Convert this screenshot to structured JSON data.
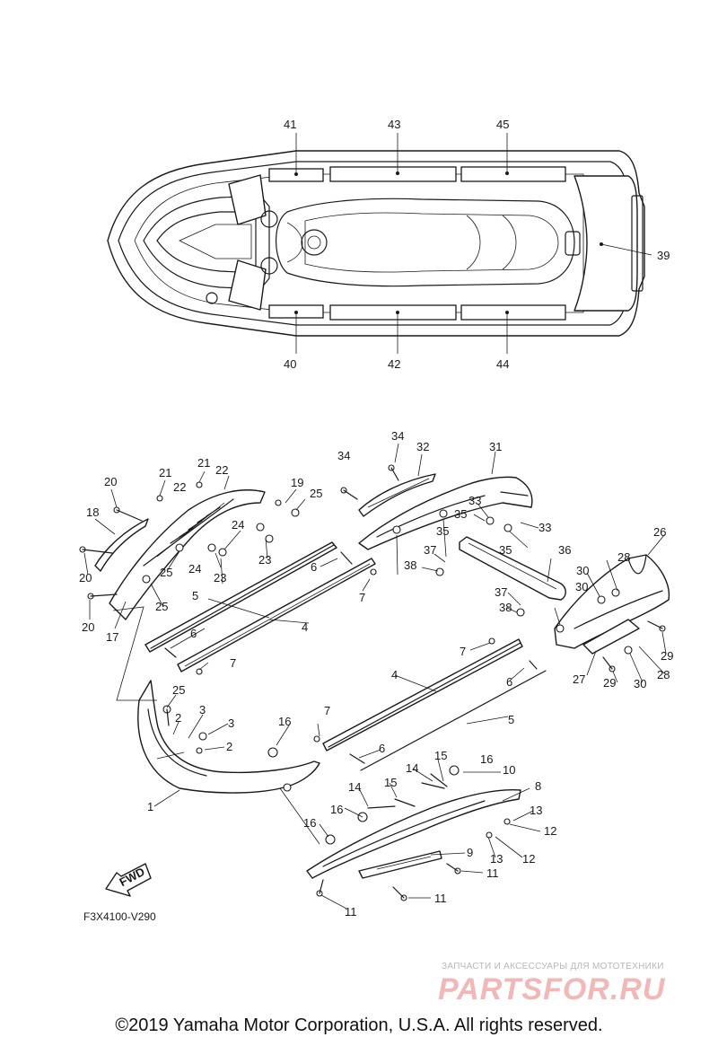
{
  "top_view": {
    "callouts": [
      "41",
      "43",
      "45",
      "39",
      "40",
      "42",
      "44"
    ]
  },
  "exploded_view": {
    "callouts": [
      "34",
      "32",
      "31",
      "20",
      "21",
      "22",
      "21",
      "22",
      "19",
      "25",
      "18",
      "33",
      "35",
      "33",
      "34",
      "20",
      "25",
      "24",
      "23",
      "24",
      "23",
      "6",
      "35",
      "37",
      "36",
      "35",
      "26",
      "38",
      "28",
      "25",
      "7",
      "30",
      "20",
      "5",
      "4",
      "30",
      "37",
      "17",
      "6",
      "38",
      "7",
      "7",
      "29",
      "25",
      "4",
      "6",
      "27",
      "29",
      "28",
      "30",
      "2",
      "3",
      "3",
      "16",
      "7",
      "5",
      "2",
      "6",
      "15",
      "16",
      "10",
      "14",
      "1",
      "15",
      "14",
      "8",
      "16",
      "13",
      "16",
      "12",
      "9",
      "13",
      "12",
      "11",
      "11",
      "11"
    ]
  },
  "fwd_label": "FWD",
  "diagram_code": "F3X4100-V290",
  "watermark": {
    "small": "ЗАПЧАСТИ И АКСЕССУАРЫ ДЛЯ МОТОТЕХНИКИ",
    "big": "PARTSFOR.RU"
  },
  "copyright": "©2019 Yamaha Motor Corporation, U.S.A. All rights reserved."
}
